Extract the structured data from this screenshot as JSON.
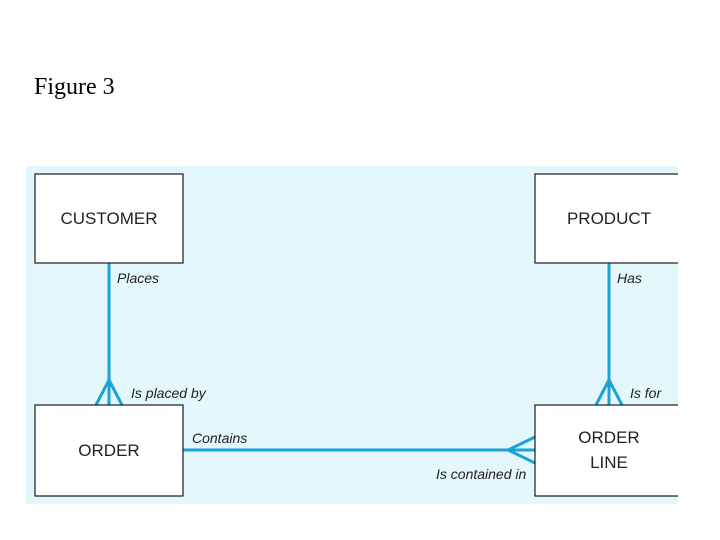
{
  "figure": {
    "title": "Figure 3"
  },
  "colors": {
    "panel_background": "#e3f7fc",
    "connector": "#1aa3d6"
  },
  "entities": {
    "customer": "CUSTOMER",
    "product": "PRODUCT",
    "order": "ORDER",
    "order_line_1": "ORDER",
    "order_line_2": "LINE"
  },
  "relationships": {
    "customer_order_top": "Places",
    "customer_order_bottom": "Is placed by",
    "product_orderline_top": "Has",
    "product_orderline_bottom": "Is for",
    "order_orderline_left": "Contains",
    "order_orderline_right": "Is contained in"
  }
}
